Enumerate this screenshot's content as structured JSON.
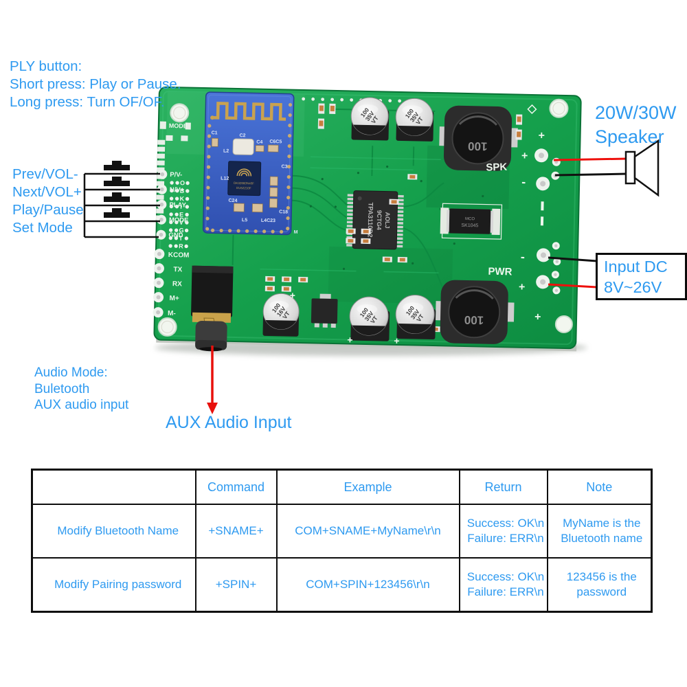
{
  "colors": {
    "annotation_blue": "#2e9af0",
    "board_green": "#18a350",
    "module_blue": "#3b63c8",
    "wire_red": "#ee100c",
    "wire_black": "#111111",
    "silkscreen_white": "#eef7ee"
  },
  "callouts": {
    "ply": {
      "title": "PLY button:",
      "line1": "Short press: Play or Pause.",
      "line2": "Long press: Turn OF/OF."
    },
    "buttons": [
      "Prev/VOL-",
      "Next/VOL+",
      "Play/Pause",
      "Set Mode"
    ],
    "speaker": {
      "line1": "20W/30W",
      "line2": "Speaker"
    },
    "input_dc": {
      "line1": "Input DC",
      "line2": "8V~26V"
    },
    "audio_mode": {
      "title": "Audio Mode:",
      "line1": "Buletooth",
      "line2": "AUX audio input"
    },
    "aux": "AUX Audio Input"
  },
  "board": {
    "pins_upper": [
      "P/V-",
      "N/V+",
      "PLAY",
      "MODE",
      "GND"
    ],
    "pins_lower": [
      "KCOM",
      "TX",
      "RX",
      "M+",
      "M-"
    ],
    "header_letters": [
      "O",
      "B",
      "K",
      "I",
      "E",
      "V",
      "G",
      "T",
      "R"
    ],
    "mode_label": "MODE",
    "spk_label": "SPK",
    "pwr_label": "PWR",
    "plus": "+",
    "minus": "-",
    "bt_refs": [
      "C2",
      "C4",
      "C6C5",
      "L2",
      "L12",
      "C24",
      "L5",
      "L4C23",
      "C3",
      "C18",
      "M",
      "C1"
    ],
    "bt_chip": [
      "DK32660N40F",
      "EU52210F"
    ],
    "amp_chip": [
      "TPA3110D2",
      "9CTG4",
      "AOLJ"
    ],
    "diode": [
      "MCO",
      "SK1045"
    ],
    "cap_35v": [
      "100",
      "35V",
      "VT"
    ],
    "cap_16v": [
      "100",
      "16V",
      "VT"
    ],
    "inductor_value": "100"
  },
  "table": {
    "headers": [
      "",
      "Command",
      "Example",
      "Return",
      "Note"
    ],
    "rows": [
      {
        "name": "Modify Bluetooth Name",
        "command": "+SNAME+",
        "example": "COM+SNAME+MyName\\r\\n",
        "return_lines": [
          "Success: OK\\n",
          "Failure: ERR\\n"
        ],
        "note_lines": [
          "MyName is the",
          "Bluetooth name"
        ]
      },
      {
        "name": "Modify Pairing password",
        "command": "+SPIN+",
        "example": "COM+SPIN+123456\\r\\n",
        "return_lines": [
          "Success: OK\\n",
          "Failure: ERR\\n"
        ],
        "note_lines": [
          "123456 is the",
          "password"
        ]
      }
    ]
  }
}
